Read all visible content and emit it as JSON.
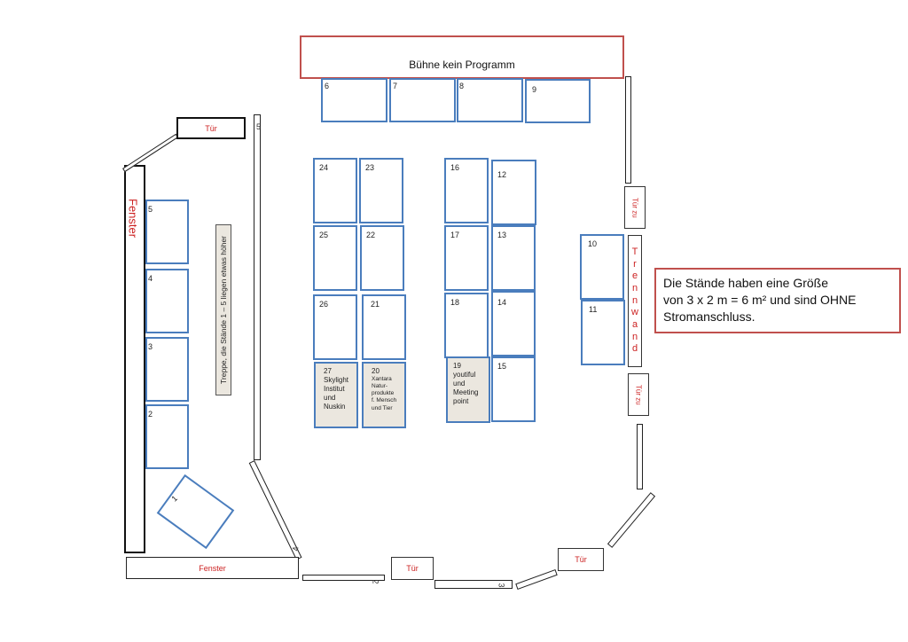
{
  "colors": {
    "booth_border": "#4a7dbd",
    "label_red": "#cc2222",
    "sponsor_fill": "#ebe7df"
  },
  "stage": {
    "label": "Bühne kein Programm"
  },
  "note": {
    "line1": "Die Stände haben eine Größe",
    "line2": "von 3 x 2 m = 6 m² und sind OHNE",
    "line3": "Stromanschluss."
  },
  "labels": {
    "fenster_left": "Fenster",
    "fenster_bottom": "Fenster",
    "tuer_top": "Tür",
    "tuer_zu_1": "Tür zu",
    "tuer_zu_2": "Tür zu",
    "trennwand": "Trennwand",
    "tuer_bottom_1": "Tür",
    "tuer_bottom_2": "Tür",
    "treppe": "Treppe, die Stände 1 – 5 liegen etwas höher"
  },
  "wall_numbers": {
    "w1": "1",
    "w2": "2",
    "w3": "3",
    "w4": "4",
    "w5": "5"
  },
  "booths": {
    "b1": "1",
    "b2": "2",
    "b3": "3",
    "b4": "4",
    "b5": "5",
    "b6": "6",
    "b7": "7",
    "b8": "8",
    "b9": "9",
    "b10": "10",
    "b11": "11",
    "b12": "12",
    "b13": "13",
    "b14": "14",
    "b15": "15",
    "b16": "16",
    "b17": "17",
    "b18": "18",
    "b21": "21",
    "b22": "22",
    "b23": "23",
    "b24": "24",
    "b25": "25",
    "b26": "26"
  },
  "booth19": {
    "num": "19",
    "l1": "youtiful",
    "l2": "und",
    "l3": "Meeting",
    "l4": "point"
  },
  "booth20": {
    "num": "20",
    "l1": "Xantara",
    "l2": "Natur-",
    "l3": "produkte",
    "l4": "f. Mensch",
    "l5": "und Tier"
  },
  "booth27": {
    "num": "27",
    "l1": "Skylight",
    "l2": "Institut",
    "l3": "und",
    "l4": "Nuskin"
  }
}
